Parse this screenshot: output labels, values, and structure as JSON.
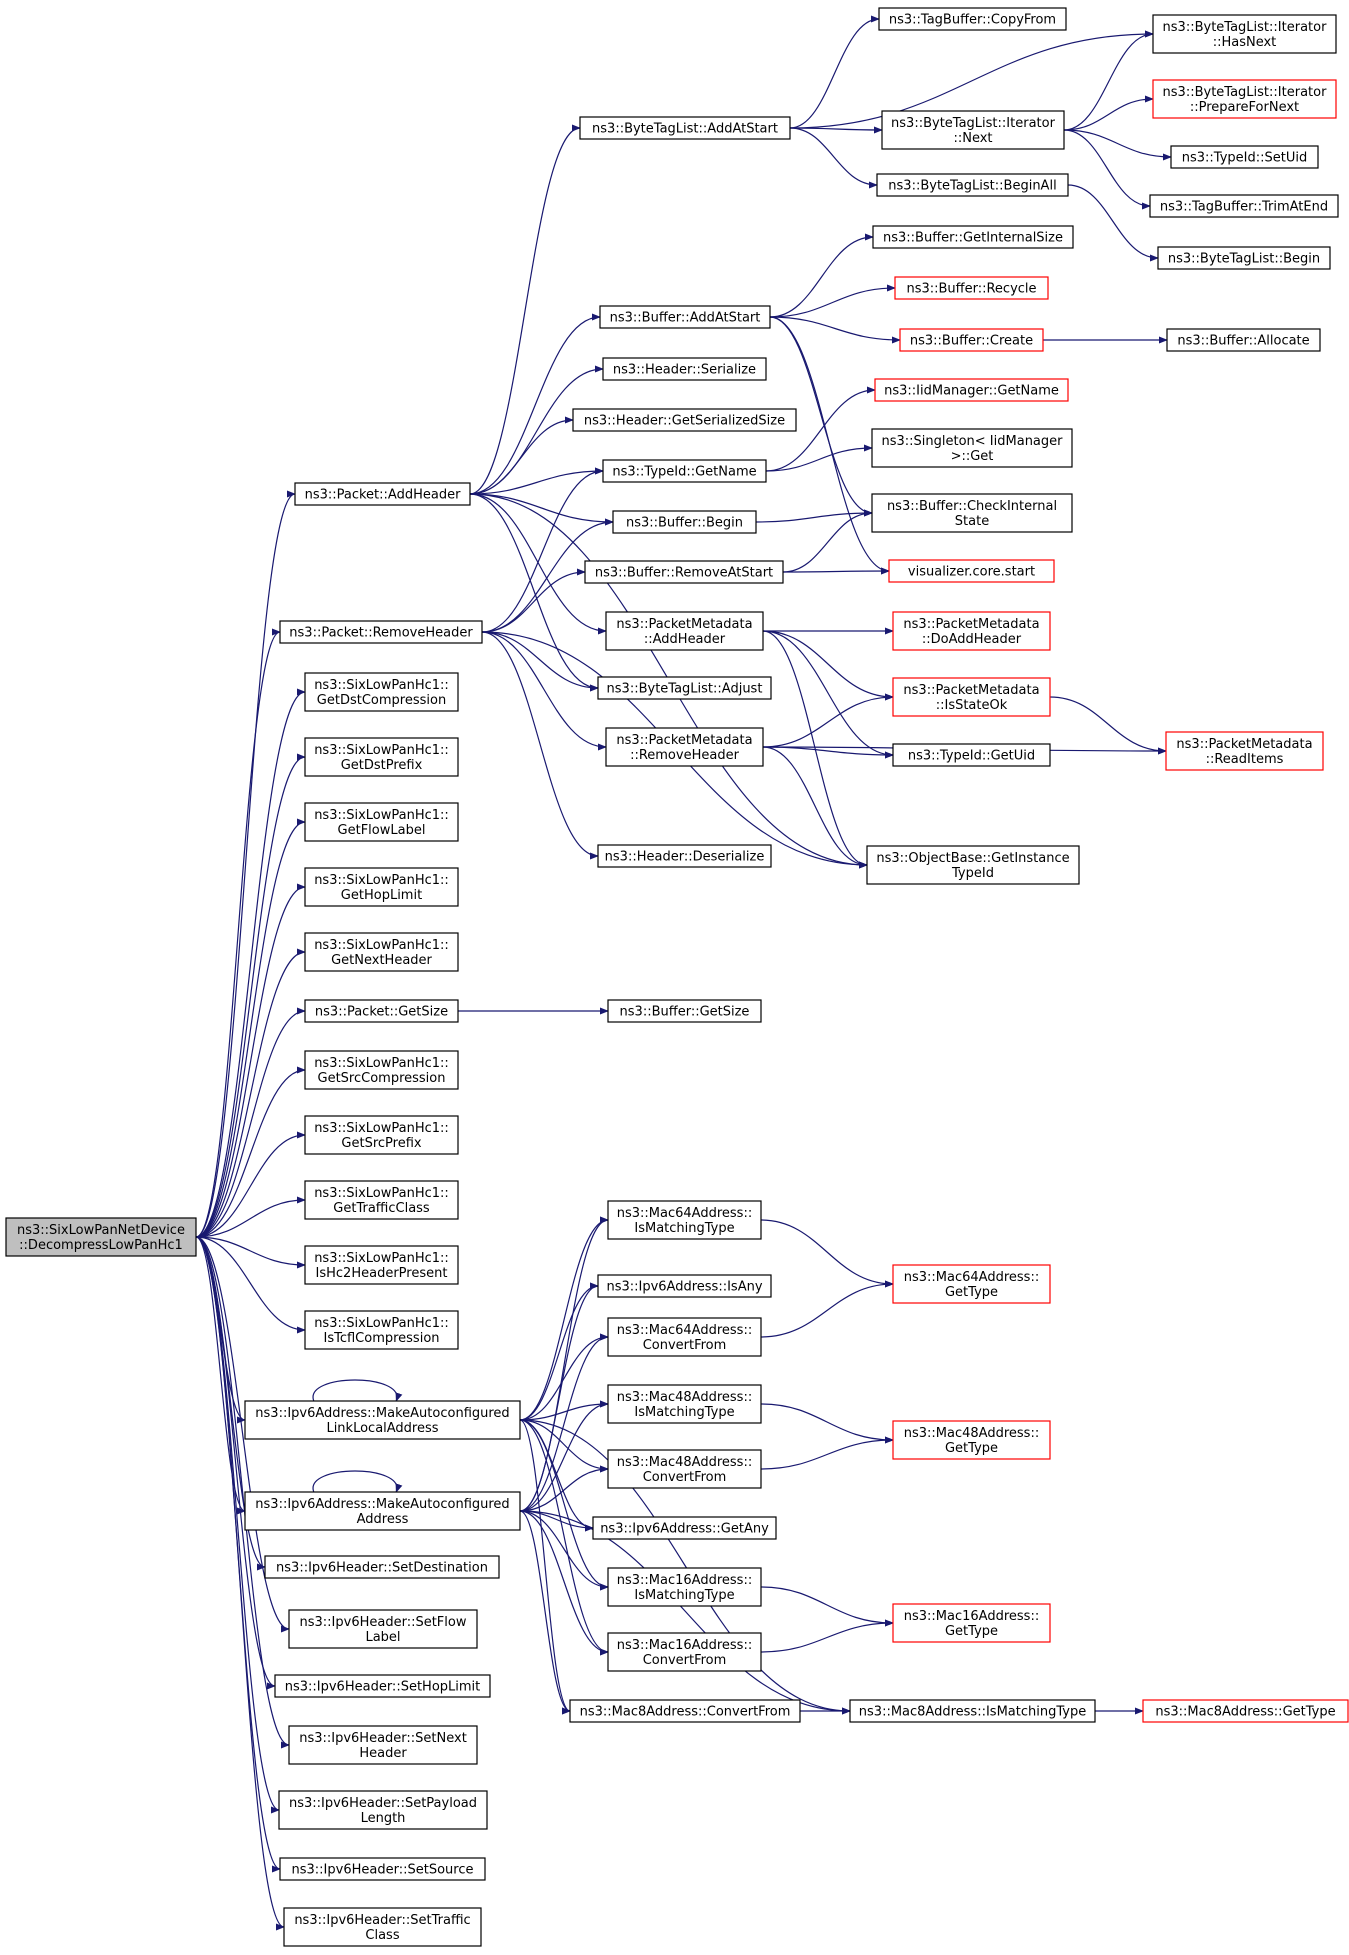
{
  "diagram": {
    "type": "call-graph",
    "edge_color": "#191970",
    "node_border_color": "#000000",
    "truncated_node_border_color": "#ff0000",
    "root_fill_color": "#bfbfbf",
    "nodes": [
      {
        "id": "root",
        "lines": [
          "ns3::SixLowPanNetDevice",
          "::DecompressLowPanHc1"
        ],
        "root": true
      },
      {
        "id": "addHeader",
        "lines": [
          "ns3::Packet::AddHeader"
        ]
      },
      {
        "id": "removeHeader",
        "lines": [
          "ns3::Packet::RemoveHeader"
        ]
      },
      {
        "id": "hc1GetDstComp",
        "lines": [
          "ns3::SixLowPanHc1::",
          "GetDstCompression"
        ]
      },
      {
        "id": "hc1GetDstPrefix",
        "lines": [
          "ns3::SixLowPanHc1::",
          "GetDstPrefix"
        ]
      },
      {
        "id": "hc1GetFlowLabel",
        "lines": [
          "ns3::SixLowPanHc1::",
          "GetFlowLabel"
        ]
      },
      {
        "id": "hc1GetHopLimit",
        "lines": [
          "ns3::SixLowPanHc1::",
          "GetHopLimit"
        ]
      },
      {
        "id": "hc1GetNextHeader",
        "lines": [
          "ns3::SixLowPanHc1::",
          "GetNextHeader"
        ]
      },
      {
        "id": "packetGetSize",
        "lines": [
          "ns3::Packet::GetSize"
        ]
      },
      {
        "id": "hc1GetSrcComp",
        "lines": [
          "ns3::SixLowPanHc1::",
          "GetSrcCompression"
        ]
      },
      {
        "id": "hc1GetSrcPrefix",
        "lines": [
          "ns3::SixLowPanHc1::",
          "GetSrcPrefix"
        ]
      },
      {
        "id": "hc1GetTrafficClass",
        "lines": [
          "ns3::SixLowPanHc1::",
          "GetTrafficClass"
        ]
      },
      {
        "id": "hc1IsHc2",
        "lines": [
          "ns3::SixLowPanHc1::",
          "IsHc2HeaderPresent"
        ]
      },
      {
        "id": "hc1IsTcfl",
        "lines": [
          "ns3::SixLowPanHc1::",
          "IsTcflCompression"
        ]
      },
      {
        "id": "ipv6MakeLL",
        "lines": [
          "ns3::Ipv6Address::MakeAutoconfigured",
          "LinkLocalAddress"
        ]
      },
      {
        "id": "ipv6MakeAddr",
        "lines": [
          "ns3::Ipv6Address::MakeAutoconfigured",
          "Address"
        ]
      },
      {
        "id": "ipv6SetDest",
        "lines": [
          "ns3::Ipv6Header::SetDestination"
        ]
      },
      {
        "id": "ipv6SetFlow",
        "lines": [
          "ns3::Ipv6Header::SetFlow",
          "Label"
        ]
      },
      {
        "id": "ipv6SetHop",
        "lines": [
          "ns3::Ipv6Header::SetHopLimit"
        ]
      },
      {
        "id": "ipv6SetNext",
        "lines": [
          "ns3::Ipv6Header::SetNext",
          "Header"
        ]
      },
      {
        "id": "ipv6SetPayload",
        "lines": [
          "ns3::Ipv6Header::SetPayload",
          "Length"
        ]
      },
      {
        "id": "ipv6SetSource",
        "lines": [
          "ns3::Ipv6Header::SetSource"
        ]
      },
      {
        "id": "ipv6SetTraffic",
        "lines": [
          "ns3::Ipv6Header::SetTraffic",
          "Class"
        ]
      },
      {
        "id": "btlAddAtStart",
        "lines": [
          "ns3::ByteTagList::AddAtStart"
        ]
      },
      {
        "id": "bufAddAtStart",
        "lines": [
          "ns3::Buffer::AddAtStart"
        ]
      },
      {
        "id": "hdrSerialize",
        "lines": [
          "ns3::Header::Serialize"
        ]
      },
      {
        "id": "hdrGetSerSize",
        "lines": [
          "ns3::Header::GetSerializedSize"
        ]
      },
      {
        "id": "typeIdGetName",
        "lines": [
          "ns3::TypeId::GetName"
        ]
      },
      {
        "id": "bufBegin",
        "lines": [
          "ns3::Buffer::Begin"
        ]
      },
      {
        "id": "bufRemoveAtStart",
        "lines": [
          "ns3::Buffer::RemoveAtStart"
        ]
      },
      {
        "id": "pmAddHeader",
        "lines": [
          "ns3::PacketMetadata",
          "::AddHeader"
        ]
      },
      {
        "id": "btlAdjust",
        "lines": [
          "ns3::ByteTagList::Adjust"
        ]
      },
      {
        "id": "pmRemoveHeader",
        "lines": [
          "ns3::PacketMetadata",
          "::RemoveHeader"
        ]
      },
      {
        "id": "hdrDeserialize",
        "lines": [
          "ns3::Header::Deserialize"
        ]
      },
      {
        "id": "bufGetSize",
        "lines": [
          "ns3::Buffer::GetSize"
        ]
      },
      {
        "id": "m64IsMatching",
        "lines": [
          "ns3::Mac64Address::",
          "IsMatchingType"
        ]
      },
      {
        "id": "ipv6IsAny",
        "lines": [
          "ns3::Ipv6Address::IsAny"
        ]
      },
      {
        "id": "m64Convert",
        "lines": [
          "ns3::Mac64Address::",
          "ConvertFrom"
        ]
      },
      {
        "id": "m48IsMatching",
        "lines": [
          "ns3::Mac48Address::",
          "IsMatchingType"
        ]
      },
      {
        "id": "m48Convert",
        "lines": [
          "ns3::Mac48Address::",
          "ConvertFrom"
        ]
      },
      {
        "id": "ipv6GetAny",
        "lines": [
          "ns3::Ipv6Address::GetAny"
        ]
      },
      {
        "id": "m16IsMatching",
        "lines": [
          "ns3::Mac16Address::",
          "IsMatchingType"
        ]
      },
      {
        "id": "m16Convert",
        "lines": [
          "ns3::Mac16Address::",
          "ConvertFrom"
        ]
      },
      {
        "id": "m8Convert",
        "lines": [
          "ns3::Mac8Address::ConvertFrom"
        ]
      },
      {
        "id": "tbCopyFrom",
        "lines": [
          "ns3::TagBuffer::CopyFrom"
        ]
      },
      {
        "id": "btlItNext",
        "lines": [
          "ns3::ByteTagList::Iterator",
          "::Next"
        ]
      },
      {
        "id": "btlBeginAll",
        "lines": [
          "ns3::ByteTagList::BeginAll"
        ]
      },
      {
        "id": "bufGetInternalSize",
        "lines": [
          "ns3::Buffer::GetInternalSize"
        ]
      },
      {
        "id": "bufRecycle",
        "lines": [
          "ns3::Buffer::Recycle"
        ],
        "truncated": true
      },
      {
        "id": "bufCreate",
        "lines": [
          "ns3::Buffer::Create"
        ],
        "truncated": true
      },
      {
        "id": "iidGetName",
        "lines": [
          "ns3::IidManager::GetName"
        ],
        "truncated": true
      },
      {
        "id": "singletonGet",
        "lines": [
          "ns3::Singleton< IidManager",
          ">::Get"
        ]
      },
      {
        "id": "bufCheckInternal",
        "lines": [
          "ns3::Buffer::CheckInternal",
          "State"
        ]
      },
      {
        "id": "vizStart",
        "lines": [
          "visualizer.core.start"
        ],
        "truncated": true
      },
      {
        "id": "pmDoAddHeader",
        "lines": [
          "ns3::PacketMetadata",
          "::DoAddHeader"
        ],
        "truncated": true
      },
      {
        "id": "pmIsStateOk",
        "lines": [
          "ns3::PacketMetadata",
          "::IsStateOk"
        ],
        "truncated": true
      },
      {
        "id": "typeIdGetUid",
        "lines": [
          "ns3::TypeId::GetUid"
        ]
      },
      {
        "id": "objGetInstTypeId",
        "lines": [
          "ns3::ObjectBase::GetInstance",
          "TypeId"
        ]
      },
      {
        "id": "m64GetType",
        "lines": [
          "ns3::Mac64Address::",
          "GetType"
        ],
        "truncated": true
      },
      {
        "id": "m48GetType",
        "lines": [
          "ns3::Mac48Address::",
          "GetType"
        ],
        "truncated": true
      },
      {
        "id": "m16GetType",
        "lines": [
          "ns3::Mac16Address::",
          "GetType"
        ],
        "truncated": true
      },
      {
        "id": "m8IsMatching",
        "lines": [
          "ns3::Mac8Address::IsMatchingType"
        ]
      },
      {
        "id": "btlItHasNext",
        "lines": [
          "ns3::ByteTagList::Iterator",
          "::HasNext"
        ]
      },
      {
        "id": "btlItPrepare",
        "lines": [
          "ns3::ByteTagList::Iterator",
          "::PrepareForNext"
        ],
        "truncated": true
      },
      {
        "id": "typeIdSetUid",
        "lines": [
          "ns3::TypeId::SetUid"
        ]
      },
      {
        "id": "tbTrimAtEnd",
        "lines": [
          "ns3::TagBuffer::TrimAtEnd"
        ]
      },
      {
        "id": "btlBegin",
        "lines": [
          "ns3::ByteTagList::Begin"
        ]
      },
      {
        "id": "bufAllocate",
        "lines": [
          "ns3::Buffer::Allocate"
        ]
      },
      {
        "id": "pmReadItems",
        "lines": [
          "ns3::PacketMetadata",
          "::ReadItems"
        ],
        "truncated": true
      },
      {
        "id": "m8GetType",
        "lines": [
          "ns3::Mac8Address::GetType"
        ],
        "truncated": true
      }
    ]
  }
}
